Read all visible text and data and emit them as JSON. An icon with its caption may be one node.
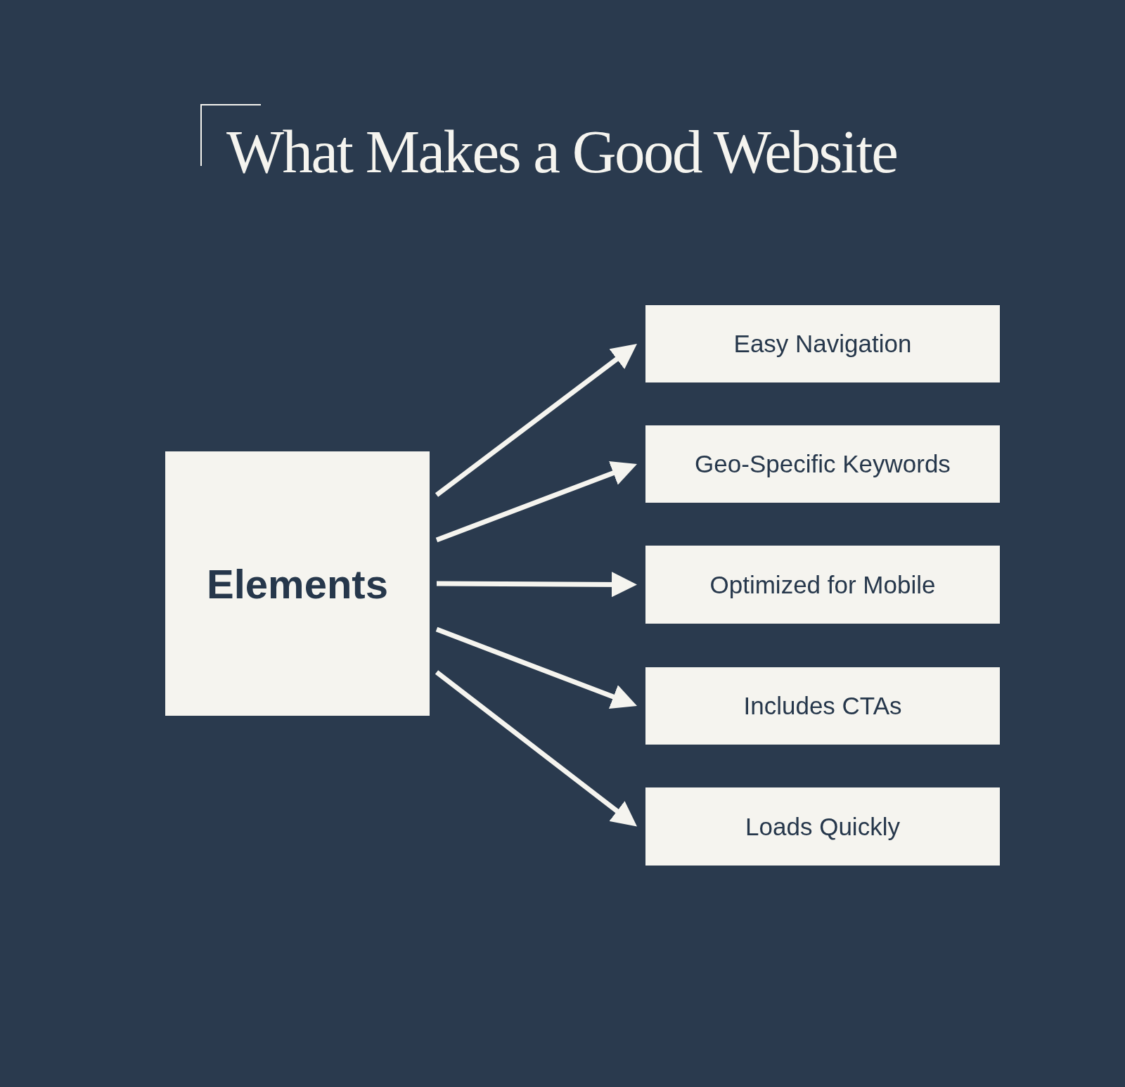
{
  "diagram": {
    "title": "What Makes a Good Website",
    "nodes": [
      {
        "text": [
          "Elements"
        ]
      },
      {
        "text": [
          "Easy Navigation"
        ]
      },
      {
        "text": [
          "Geo-Specific Keywords"
        ]
      },
      {
        "text": [
          "Optimized for Mobile"
        ]
      },
      {
        "text": [
          "Includes CTAs"
        ]
      },
      {
        "text": [
          "Loads Quickly"
        ]
      }
    ],
    "edges": [
      {
        "from": 0,
        "to": 1,
        "arrow": "to"
      },
      {
        "from": 0,
        "to": 2,
        "arrow": "to"
      },
      {
        "from": 0,
        "to": 3,
        "arrow": "to"
      },
      {
        "from": 0,
        "to": 4,
        "arrow": "to"
      },
      {
        "from": 0,
        "to": 5,
        "arrow": "to"
      }
    ]
  }
}
